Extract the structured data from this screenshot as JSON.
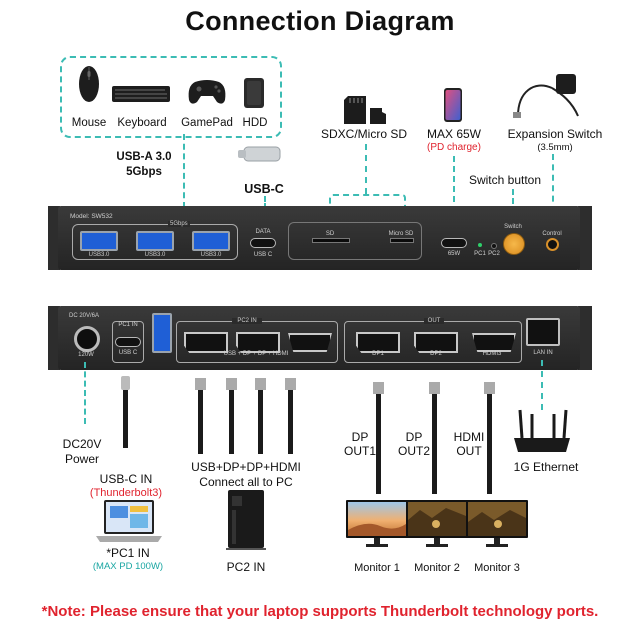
{
  "title": "Connection Diagram",
  "peripherals": [
    "Mouse",
    "Keyboard",
    "GamePad",
    "HDD"
  ],
  "usb_a_label": [
    "USB-A 3.0",
    "5Gbps"
  ],
  "usb_c_label": "USB-C",
  "sd_label": "SDXC/Micro SD",
  "charge": {
    "label": "MAX 65W",
    "sub": "(PD charge)"
  },
  "expansion": {
    "label": "Expansion Switch",
    "sub": "(3.5mm)"
  },
  "switch_button_label": "Switch button",
  "front_panel": {
    "model": "Model: SW532",
    "speed_tag": "5Gbps",
    "ports": [
      "USB3.0",
      "USB3.0",
      "USB3.0",
      "USB C"
    ],
    "data_tag": "DATA",
    "sd": "SD",
    "micro_sd": "Micro SD",
    "w65": "65W",
    "pc1": "PC1",
    "pc2": "PC2",
    "switch": "Switch",
    "control": "Control"
  },
  "rear_panel": {
    "dc_top": "DC 20V/6A",
    "dc_bottom": "120W",
    "pc1_in": "PC1 IN",
    "usb_c": "USB C",
    "pc2_in": "PC2 IN",
    "pc2_ports": "USB + DP + DP + HDMI",
    "out": "OUT",
    "dp1": "DP1",
    "dp2": "DP2",
    "hdmi3": "HDMI3",
    "lan_in": "LAN IN"
  },
  "dc_label": [
    "DC20V",
    "Power"
  ],
  "usbc_in": {
    "label": "USB-C IN",
    "sub": "(Thunderbolt3)"
  },
  "pc1": {
    "label": "*PC1 IN",
    "sub": "(MAX PD 100W)"
  },
  "pc2_cables": [
    "USB+DP+DP+HDMI",
    "Connect all to PC"
  ],
  "pc2_label": "PC2 IN",
  "outputs": [
    [
      "DP",
      "OUT1"
    ],
    [
      "DP",
      "OUT2"
    ],
    [
      "HDMI",
      "OUT"
    ]
  ],
  "ethernet_label": "1G Ethernet",
  "monitors": [
    "Monitor 1",
    "Monitor 2",
    "Monitor 3"
  ],
  "note": "*Note: Please ensure that your laptop supports Thunderbolt technology ports.",
  "colors": {
    "accent_teal": "#3cbcb4",
    "note_red": "#e0232e",
    "port_blue": "#1f5fd6",
    "knob_orange": "#f0a030"
  }
}
